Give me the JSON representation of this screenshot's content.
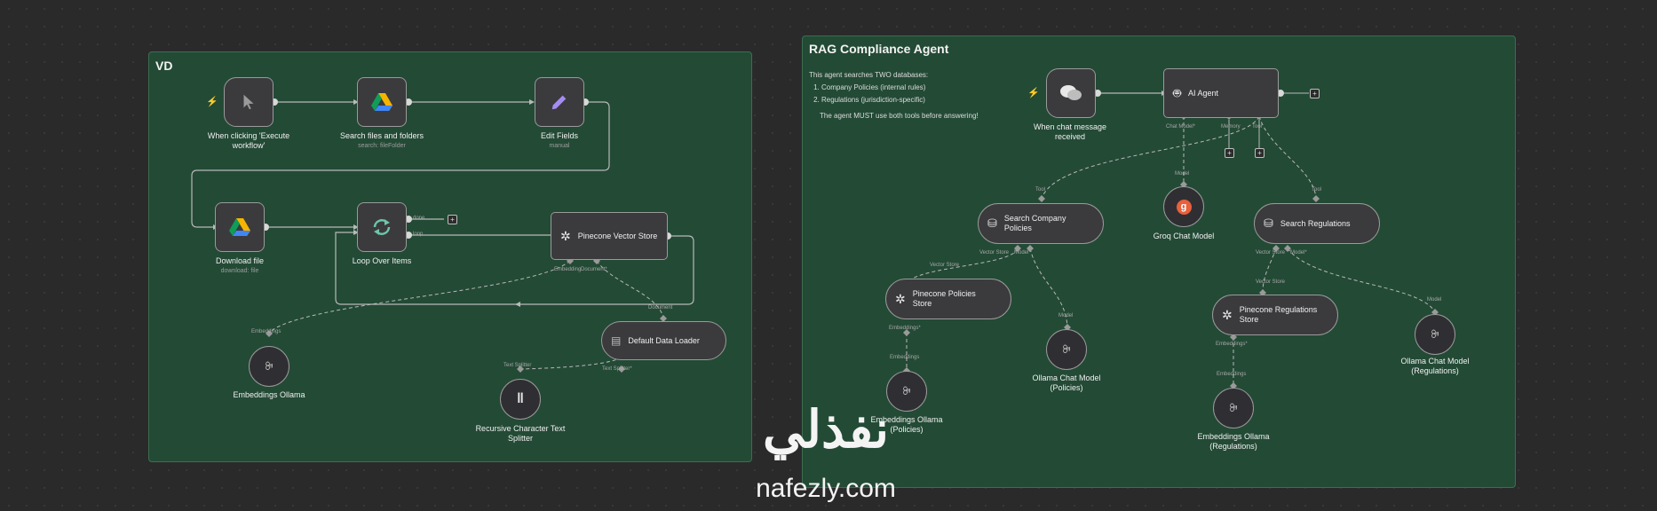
{
  "frames": {
    "left_title": "VD",
    "right_title": "RAG Compliance Agent"
  },
  "note": {
    "intro": "This agent searches TWO databases:",
    "item1": "Company Policies (internal rules)",
    "item2": "Regulations (jurisdiction-specific)",
    "footer": "The agent MUST use both tools before answering!"
  },
  "nodes": {
    "manual_trigger": {
      "label": "When clicking 'Execute workflow'"
    },
    "search_files": {
      "label": "Search files and folders",
      "sub": "search: fileFolder"
    },
    "edit_fields": {
      "label": "Edit Fields",
      "sub": "manual"
    },
    "download_file": {
      "label": "Download file",
      "sub": "download: file"
    },
    "loop": {
      "label": "Loop Over Items",
      "done": "done",
      "loop": "loop"
    },
    "pinecone_store": {
      "label": "Pinecone Vector Store",
      "port_embedding": "Embedding",
      "port_document": "Document*"
    },
    "default_loader": {
      "label": "Default Data Loader",
      "port_document": "Document",
      "port_splitter": "Text Splitter*"
    },
    "embeddings_ollama": {
      "label": "Embeddings Ollama",
      "port": "Embeddings"
    },
    "text_splitter": {
      "label": "Recursive Character Text Splitter",
      "port": "Text Splitter"
    },
    "chat_trigger": {
      "label": "When chat message received"
    },
    "ai_agent": {
      "label": "AI Agent",
      "port_chat": "Chat Model*",
      "port_memory": "Memory",
      "port_tool": "Tool"
    },
    "groq": {
      "label": "Groq Chat Model",
      "port": "Model"
    },
    "search_company": {
      "label": "Search Company Policies",
      "port_tool": "Tool",
      "port_vs": "Vector Store",
      "port_model": "Model*"
    },
    "search_regs": {
      "label": "Search Regulations",
      "port_tool": "Tool",
      "port_vs": "Vector Store",
      "port_model": "Model*"
    },
    "pinecone_policies": {
      "label": "Pinecone Policies Store",
      "port_vs": "Vector Store",
      "port_emb": "Embeddings*"
    },
    "pinecone_regs": {
      "label": "Pinecone Regulations Store",
      "port_vs": "Vector Store",
      "port_emb": "Embeddings*"
    },
    "ollama_chat_policies": {
      "label": "Ollama Chat Model (Policies)",
      "port": "Model"
    },
    "ollama_chat_regs": {
      "label": "Ollama Chat Model (Regulations)",
      "port": "Model"
    },
    "emb_ollama_policies": {
      "label": "Embeddings Ollama (Policies)",
      "port": "Embeddings"
    },
    "emb_ollama_regs": {
      "label": "Embeddings Ollama (Regulations)",
      "port": "Embeddings"
    }
  },
  "watermark": {
    "arabic": "نفذلي",
    "latin": "nafezly.com"
  },
  "colors": {
    "frame": "#234a35",
    "node": "#3b3b3e",
    "trigger": "#e36b46",
    "wire": "#b9b9b9"
  }
}
